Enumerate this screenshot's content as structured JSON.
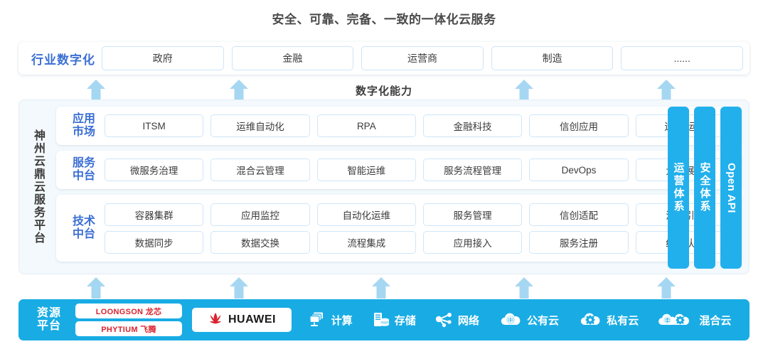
{
  "title": "安全、可靠、完备、一致的一体化云服务",
  "industry": {
    "label": "行业数字化",
    "cells": [
      "政府",
      "金融",
      "运营商",
      "制造",
      "......"
    ]
  },
  "capability_label": "数字化能力",
  "platform": {
    "label": "神州云鼎云服务平台",
    "layers": [
      {
        "label_line1": "应用",
        "label_line2": "市场",
        "rows": [
          [
            "ITSM",
            "运维自动化",
            "RPA",
            "金融科技",
            "信创应用",
            "运维/运营"
          ]
        ]
      },
      {
        "label_line1": "服务",
        "label_line2": "中台",
        "rows": [
          [
            "微服务治理",
            "混合云管理",
            "智能运维",
            "服务流程管理",
            "DevOps",
            "大屏展示"
          ]
        ]
      },
      {
        "label_line1": "技术",
        "label_line2": "中台",
        "rows": [
          [
            "容器集群",
            "应用监控",
            "自动化运维",
            "服务管理",
            "信创适配",
            "流程引擎"
          ],
          [
            "数据同步",
            "数据交换",
            "流程集成",
            "应用接入",
            "服务注册",
            "统一认证"
          ]
        ]
      }
    ],
    "pillars": [
      {
        "text": "运营体系",
        "orientation": "stack"
      },
      {
        "text": "安全体系",
        "orientation": "stack"
      },
      {
        "text": "Open API",
        "orientation": "rotate"
      }
    ]
  },
  "resource": {
    "label_line1": "资源",
    "label_line2": "平台",
    "logos": [
      "LOONGSON 龙芯",
      "PHYTIUM 飞腾"
    ],
    "huawei": "HUAWEI",
    "items": [
      {
        "icon": "compute-icon",
        "label": "计算"
      },
      {
        "icon": "storage-icon",
        "label": "存储"
      },
      {
        "icon": "network-icon",
        "label": "网络"
      },
      {
        "icon": "public-cloud-icon",
        "label": "公有云"
      },
      {
        "icon": "private-cloud-icon",
        "label": "私有云"
      },
      {
        "icon": "hybrid-cloud-icon",
        "label": "混合云"
      }
    ]
  },
  "colors": {
    "accent_blue": "#19ace4",
    "pillar_blue": "#22b0ec",
    "label_blue": "#3b6fd4",
    "arrow_blue": "#a6d7f2",
    "panel_bg": "#f3f9fd",
    "logo_red": "#d9232e"
  },
  "arrows": {
    "top_count": 4,
    "bottom_count": 5
  }
}
